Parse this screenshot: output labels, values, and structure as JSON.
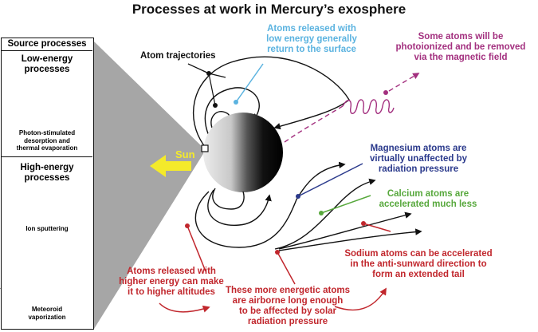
{
  "title": "Processes at work in Mercury’s exosphere",
  "source_panel": {
    "heading": "Source processes",
    "low_energy": {
      "title_lines": [
        "Low-energy",
        "processes"
      ],
      "caption_lines": [
        "Photon-stimulated",
        "desorption and",
        "thermal evaporation"
      ]
    },
    "high_energy": {
      "title_lines": [
        "High-energy",
        "processes"
      ],
      "sputtering_caption": "Ion sputtering",
      "meteoroid_caption_lines": [
        "Meteoroid",
        "vaporization"
      ]
    }
  },
  "sun_label": "Sun",
  "atom_trajectories_label": "Atom trajectories",
  "annotations": {
    "low_energy_return": [
      "Atoms released with",
      "low energy generally",
      "return to the surface"
    ],
    "photoionized": [
      "Some atoms will be",
      "photoionized and be removed",
      "via the magnetic field"
    ],
    "magnesium": [
      "Magnesium atoms are",
      "virtually unaffected by",
      "radiation pressure"
    ],
    "calcium": [
      "Calcium atoms are",
      "accelerated much less"
    ],
    "higher_energy": [
      "Atoms released with",
      "higher energy can make",
      "it to higher altitudes"
    ],
    "airborne": [
      "These more energetic atoms",
      "are airborne long enough",
      "to be affected by solar",
      "radiation pressure"
    ],
    "sodium": [
      "Sodium atoms can be accelerated",
      "in the anti-sunward direction to",
      "form an extended tail"
    ]
  },
  "colors": {
    "cyan": "#5bb3e0",
    "purple": "#a3307f",
    "navy": "#2b3a8c",
    "green": "#57a83c",
    "red": "#c1272d",
    "yellow": "#f4ea2a",
    "cone": "#a6a6a6"
  }
}
